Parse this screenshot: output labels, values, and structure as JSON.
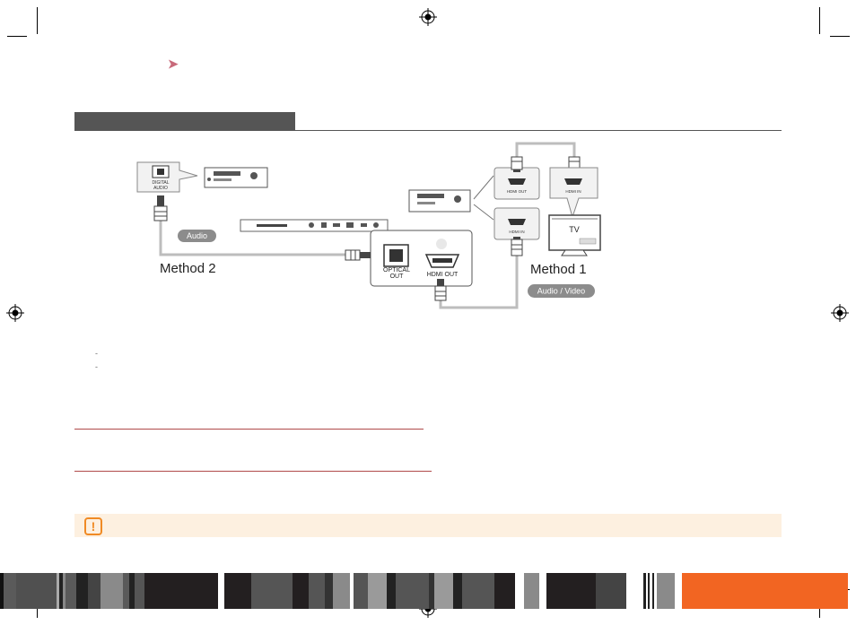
{
  "diagram": {
    "label_digital_audio_line1": "DIGITAL",
    "label_digital_audio_line2": "AUDIO",
    "label_audio": "Audio",
    "label_method2": "Method 2",
    "label_method1": "Method 1",
    "label_optical_line1": "OPTICAL",
    "label_optical_line2": "OUT",
    "label_hdmi_out": "HDMI OUT",
    "label_hdmi_out_small": "HDMI OUT",
    "label_hdmi_in_small": "HDMI IN",
    "label_hdmi_in_tv": "HDMI IN",
    "label_tv": "TV",
    "label_audio_video": "Audio / Video"
  },
  "colors": {
    "section_bar": "#555555",
    "caution_bg": "#fdf0e0",
    "caution_icon": "#f08a24",
    "accent_orange": "#f26522",
    "pill": "#8c8c8c",
    "cable": "#bdbdbd"
  }
}
